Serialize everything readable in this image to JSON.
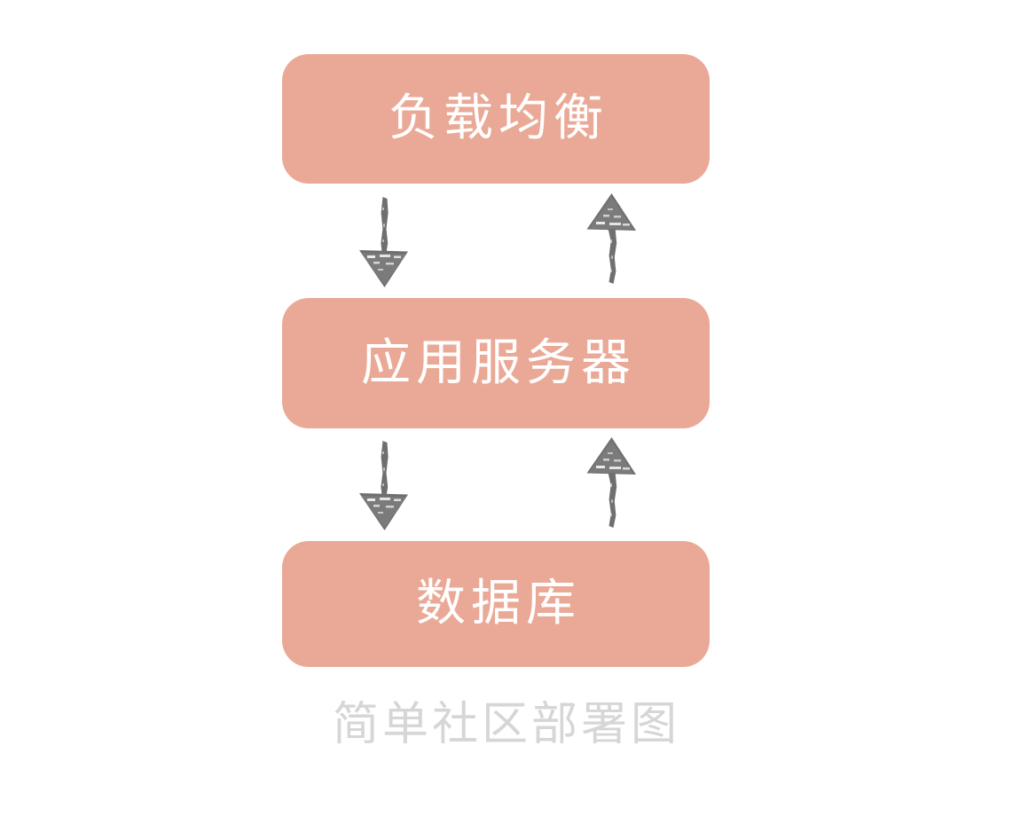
{
  "diagram": {
    "caption": "简单社区部署图",
    "background_color": "#ffffff",
    "node_fill_color": "#eaa996",
    "node_text_color": "#ffffff",
    "arrow_color": "#6f6f6f",
    "caption_color": "#d6d6d6",
    "nodes": [
      {
        "id": "load-balancer",
        "label": "负载均衡"
      },
      {
        "id": "application-server",
        "label": "应用服务器"
      },
      {
        "id": "database",
        "label": "数据库"
      }
    ],
    "edges": [
      {
        "id": "lb-to-app",
        "from": "load-balancer",
        "to": "application-server",
        "direction": "down"
      },
      {
        "id": "app-to-lb",
        "from": "application-server",
        "to": "load-balancer",
        "direction": "up"
      },
      {
        "id": "app-to-db",
        "from": "application-server",
        "to": "database",
        "direction": "down"
      },
      {
        "id": "db-to-app",
        "from": "database",
        "to": "application-server",
        "direction": "up"
      }
    ]
  }
}
